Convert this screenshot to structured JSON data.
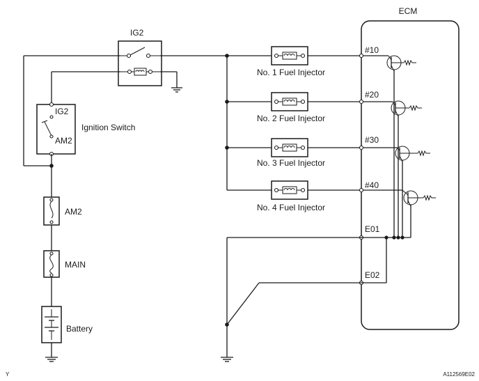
{
  "ecm": {
    "title": "ECM"
  },
  "relay": {
    "label": "IG2"
  },
  "ignition_switch": {
    "label": "Ignition Switch",
    "terminal_top": "IG2",
    "terminal_bottom": "AM2"
  },
  "fuses": [
    {
      "label": "AM2"
    },
    {
      "label": "MAIN"
    }
  ],
  "battery": {
    "label": "Battery"
  },
  "injectors": [
    {
      "label": "No. 1 Fuel Injector",
      "terminal": "#10"
    },
    {
      "label": "No. 2 Fuel Injector",
      "terminal": "#20"
    },
    {
      "label": "No. 3 Fuel Injector",
      "terminal": "#30"
    },
    {
      "label": "No. 4 Fuel Injector",
      "terminal": "#40"
    }
  ],
  "grounds": [
    {
      "terminal": "E01"
    },
    {
      "terminal": "E02"
    }
  ],
  "footer": {
    "left": "Y",
    "right": "A112569E02"
  }
}
